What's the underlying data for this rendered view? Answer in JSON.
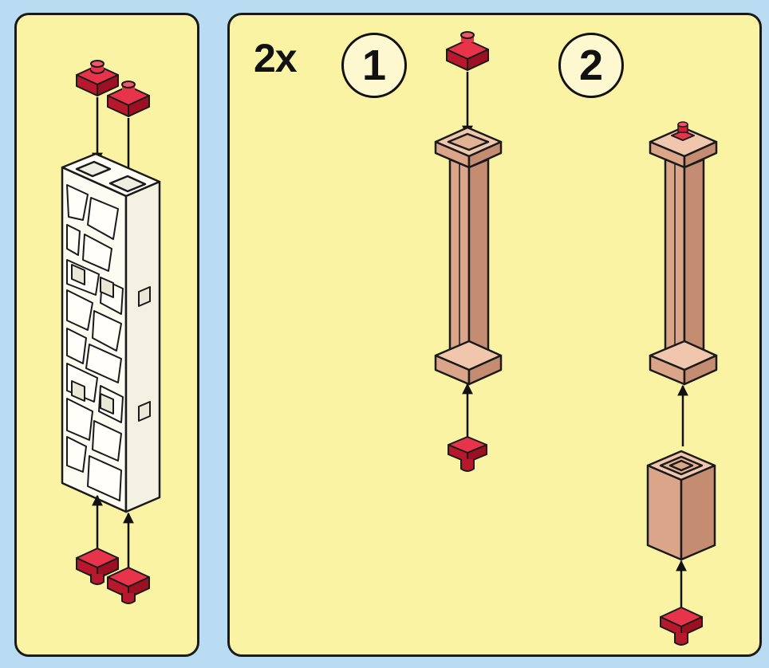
{
  "instructions": {
    "quantity": "2x",
    "steps": [
      {
        "number": "1"
      },
      {
        "number": "2"
      }
    ]
  },
  "colors": {
    "background": "#b9dcf2",
    "panel": "#fbf3a4",
    "outline": "#1a1a1a",
    "peg_red": "#d21e32",
    "pillar_tan": "#dba58a",
    "stone_white": "#fdfcf3"
  },
  "icons": [
    "red-peg-icon",
    "arrow-down-icon",
    "arrow-up-icon",
    "stone-wall-piece-icon",
    "tan-pillar-icon",
    "tan-base-block-icon"
  ]
}
